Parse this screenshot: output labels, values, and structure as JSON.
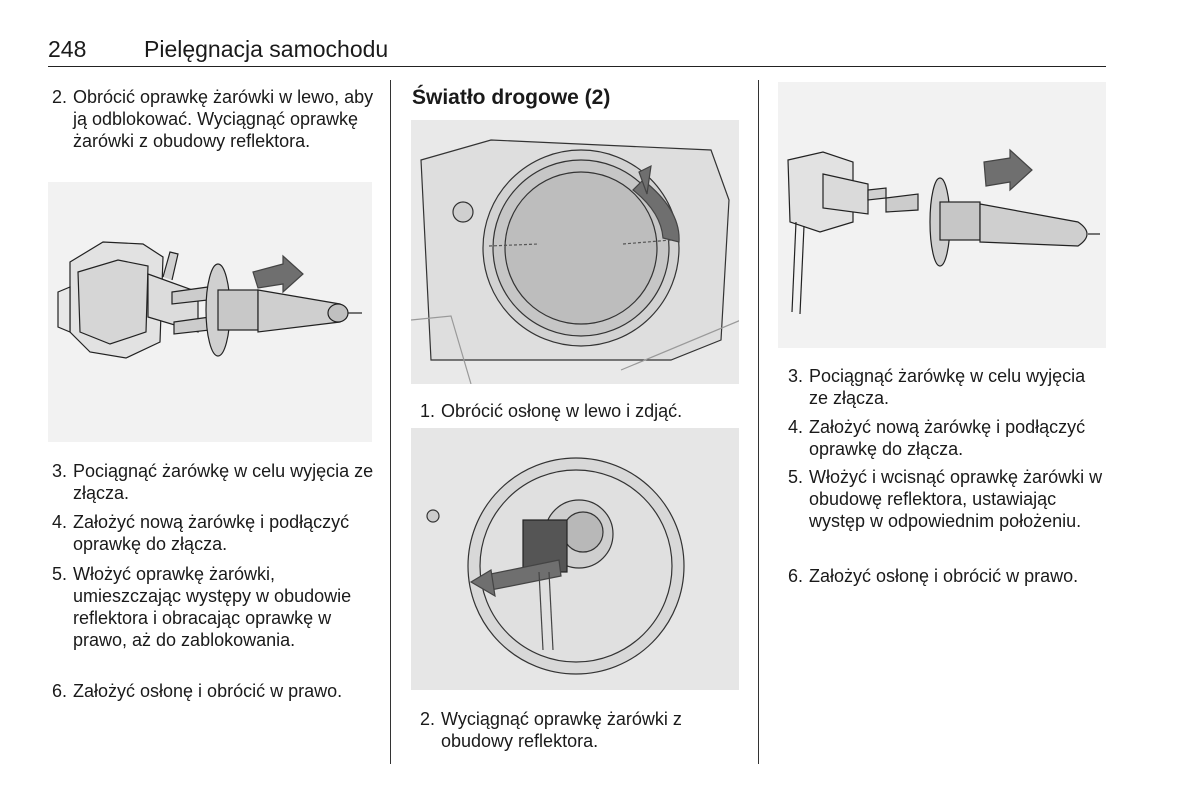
{
  "header": {
    "page_number": "248",
    "title": "Pielęgnacja samochodu"
  },
  "left_column": {
    "step_top": {
      "number": "2.",
      "text": "Obrócić oprawkę żarówki w lewo, aby ją odblokować. Wyciągnąć oprawkę żarówki z obudowy reflektora."
    },
    "steps": [
      {
        "number": "3.",
        "text": "Pociągnąć żarówkę w celu wyjęcia ze złącza."
      },
      {
        "number": "4.",
        "text": "Założyć nową żarówkę i podłączyć oprawkę do złącza."
      },
      {
        "number": "5.",
        "text": "Włożyć oprawkę żarówki, umieszczając występy w obudowie reflektora i obracając oprawkę w prawo, aż do zablokowania."
      },
      {
        "number": "6.",
        "text": "Założyć osłonę i obrócić w prawo."
      }
    ]
  },
  "middle_column": {
    "heading": "Światło drogowe (2)",
    "step1": {
      "number": "1.",
      "text": "Obrócić osłonę w lewo i zdjąć."
    },
    "step2": {
      "number": "2.",
      "text": "Wyciągnąć oprawkę żarówki z obudowy reflektora."
    }
  },
  "right_column": {
    "steps": [
      {
        "number": "3.",
        "text": "Pociągnąć żarówkę w celu wyjęcia ze złącza."
      },
      {
        "number": "4.",
        "text": "Założyć nową żarówkę i podłączyć oprawkę do złącza."
      },
      {
        "number": "5.",
        "text": "Włożyć i wcisnąć oprawkę żarówki w obudowę reflektora, ustawiając występ w odpowiednim położeniu."
      },
      {
        "number": "6.",
        "text": "Założyć osłonę i obrócić w prawo."
      }
    ]
  },
  "colors": {
    "figure_bg": "#f2f2f2",
    "arrow": "#6f6f6f",
    "line": "#333333"
  }
}
